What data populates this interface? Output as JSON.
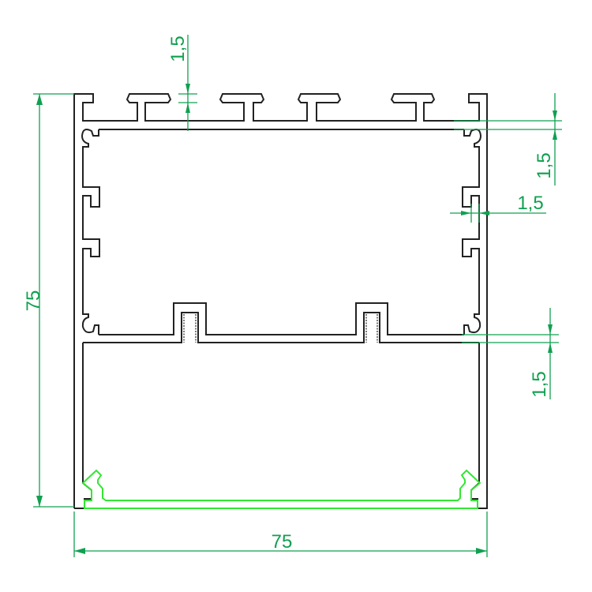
{
  "drawing": {
    "overall_height_label": "75",
    "overall_width_label": "75",
    "top_fin_thickness_label": "1,5",
    "top_wall_thickness_label": "1,5",
    "side_wall_thickness_label": "1,5",
    "shelf_thickness_label": "1,5"
  },
  "colors": {
    "profile": "#222222",
    "diffuser": "#33e633",
    "dimension": "#10a050"
  }
}
